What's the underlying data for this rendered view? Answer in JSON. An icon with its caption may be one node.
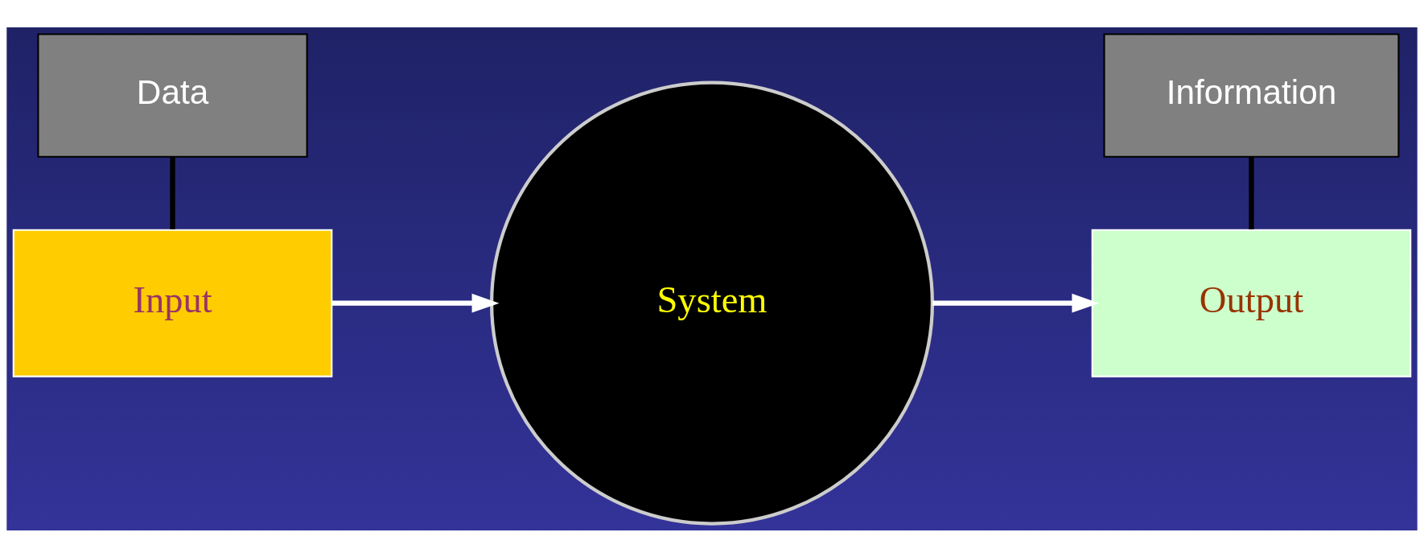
{
  "diagram": {
    "nodes": [
      {
        "text": [
          "Input"
        ]
      },
      {
        "text": [
          "System"
        ]
      },
      {
        "text": [
          "Output"
        ]
      },
      {
        "text": [
          "Data"
        ]
      },
      {
        "text": [
          "Information"
        ]
      }
    ],
    "edges": [
      {
        "from": 0,
        "to": 1,
        "arrow": "to"
      },
      {
        "from": 1,
        "to": 2,
        "arrow": "to"
      },
      {
        "from": 3,
        "to": 0,
        "arrow": "none",
        "color": "#000000"
      },
      {
        "from": 4,
        "to": 2,
        "arrow": "none",
        "color": "#000000"
      }
    ]
  }
}
